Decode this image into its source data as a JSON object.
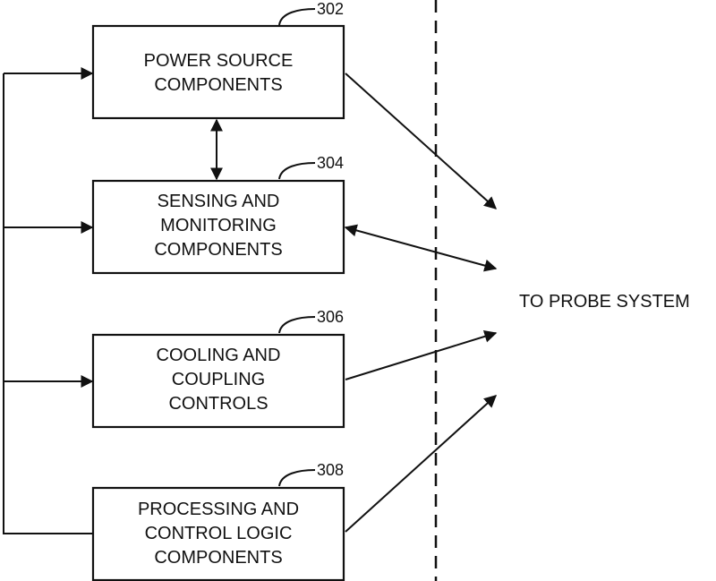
{
  "blocks": [
    {
      "ref": "302",
      "lines": [
        "POWER SOURCE",
        "COMPONENTS"
      ]
    },
    {
      "ref": "304",
      "lines": [
        "SENSING AND",
        "MONITORING",
        "COMPONENTS"
      ]
    },
    {
      "ref": "306",
      "lines": [
        "COOLING AND",
        "COUPLING",
        "CONTROLS"
      ]
    },
    {
      "ref": "308",
      "lines": [
        "PROCESSING AND",
        "CONTROL LOGIC",
        "COMPONENTS"
      ]
    }
  ],
  "target_label": "TO PROBE SYSTEM"
}
